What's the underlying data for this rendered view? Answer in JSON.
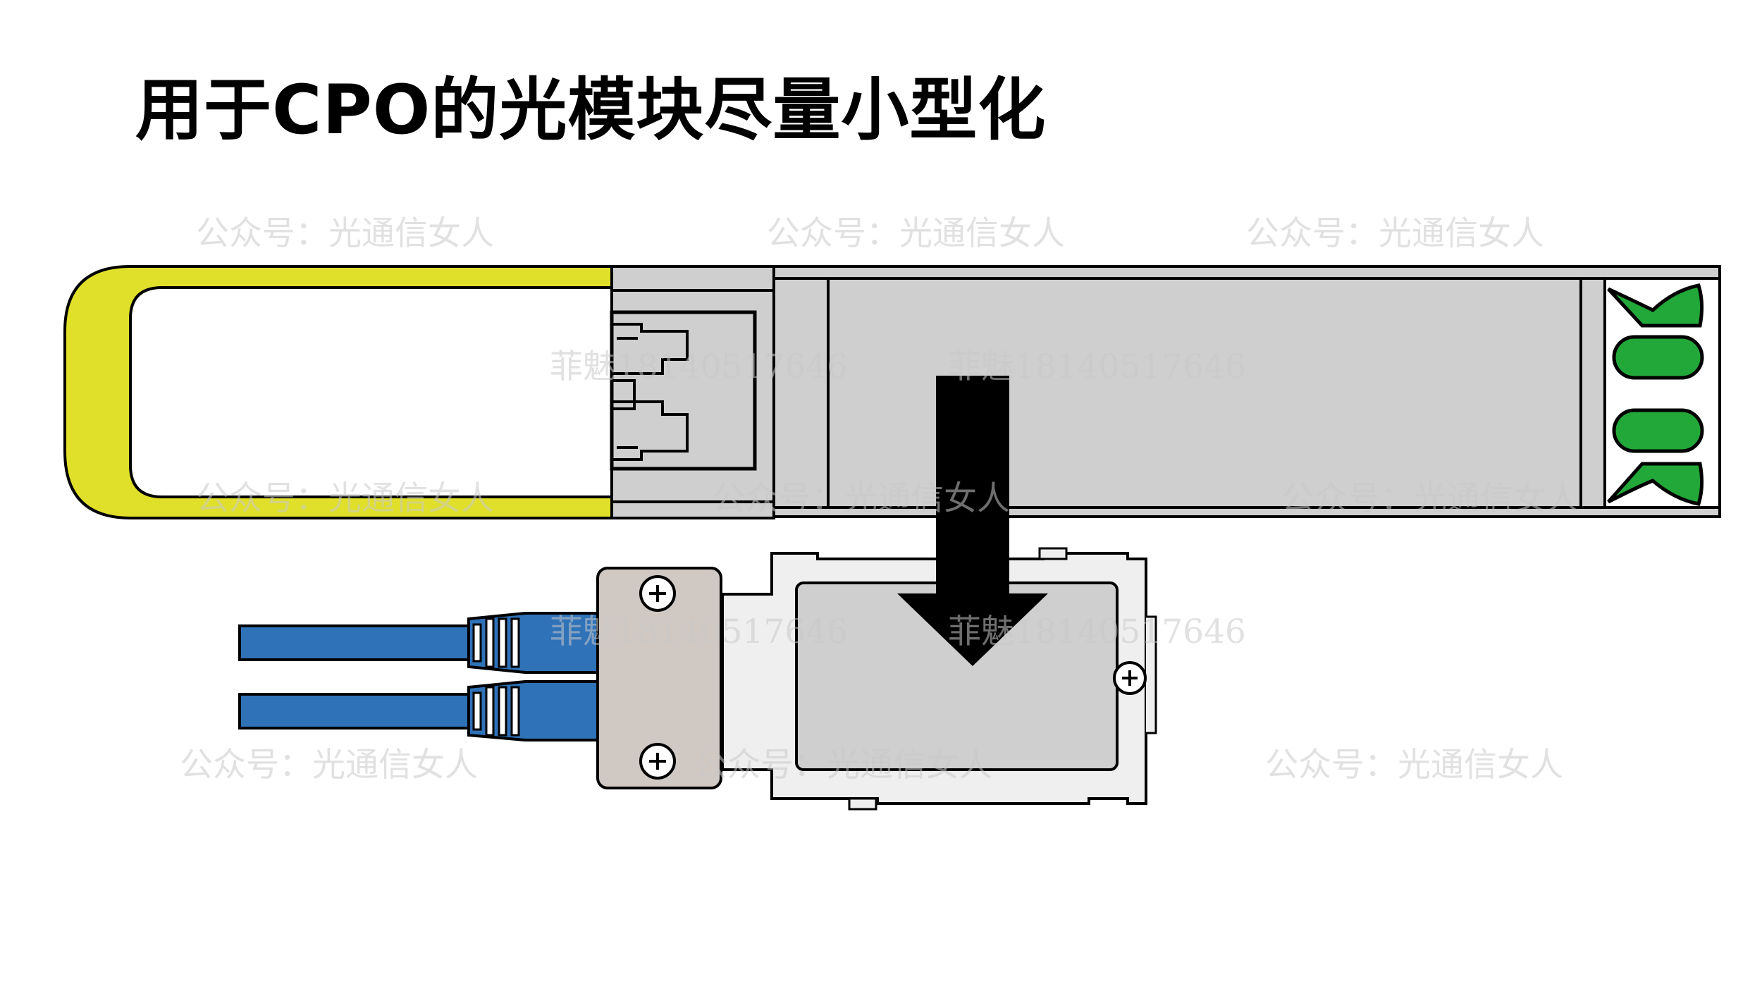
{
  "title": "用于CPO的光模块尽量小型化",
  "watermarks": {
    "account": "公众号：光通信女人",
    "contact": "菲魅18140517646"
  },
  "colors": {
    "bail": "#e0e02a",
    "housing": "#cfcfcf",
    "small_body": "#efefef",
    "grip": "#cfc8c3",
    "cable": "#2f72b8",
    "green_pad": "#21a838",
    "arrow": "#000000"
  }
}
